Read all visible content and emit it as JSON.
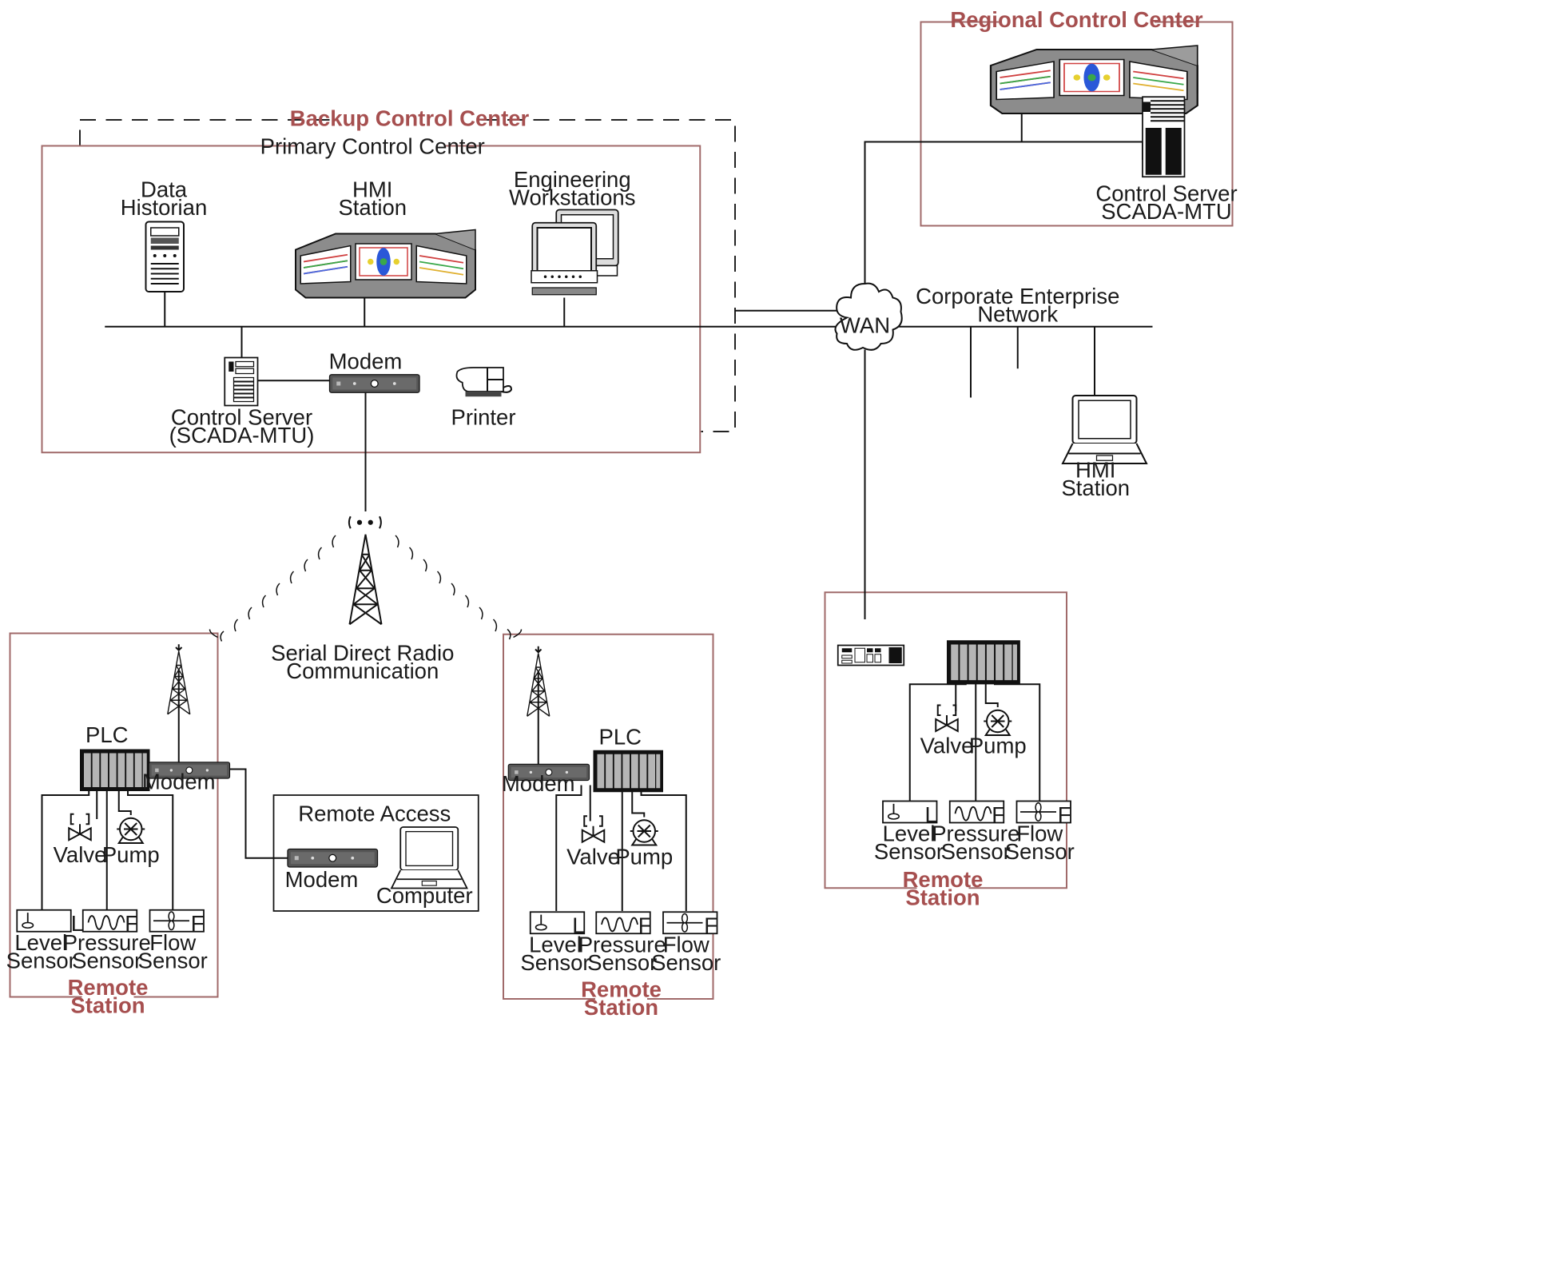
{
  "colors": {
    "zone_border": "#a06a6a",
    "zone_title": "#a64f4f",
    "device_gray": "#8c8c8c",
    "line": "#111111"
  },
  "zones": {
    "backup": "Backup Control Center",
    "primary": "Primary Control Center",
    "regional": "Regional Control Center",
    "remote_access": "Remote Access",
    "remote_station_1": "Remote",
    "remote_station_2": "Station"
  },
  "devices": {
    "data_historian": [
      "Data",
      "Historian"
    ],
    "hmi_station": [
      "HMI",
      "Station"
    ],
    "engineering_workstations": [
      "Engineering",
      "Workstations"
    ],
    "control_server_primary": [
      "Control Server",
      "(SCADA-MTU)"
    ],
    "control_server_regional": [
      "Control Server",
      "SCADA-MTU"
    ],
    "modem": "Modem",
    "printer": "Printer",
    "wan": "WAN",
    "corporate_network": [
      "Corporate Enterprise",
      "Network"
    ],
    "radio": [
      "Serial Direct Radio",
      "Communication"
    ],
    "plc": "PLC",
    "valve": "Valve",
    "pump": "Pump",
    "level_sensor": [
      "Level",
      "Sensor"
    ],
    "pressure_sensor": [
      "Pressure",
      "Sensor"
    ],
    "flow_sensor": [
      "Flow",
      "Sensor"
    ],
    "computer": "Computer",
    "sensor_tags": {
      "level": "L",
      "pressure": "F",
      "flow": "F"
    }
  }
}
